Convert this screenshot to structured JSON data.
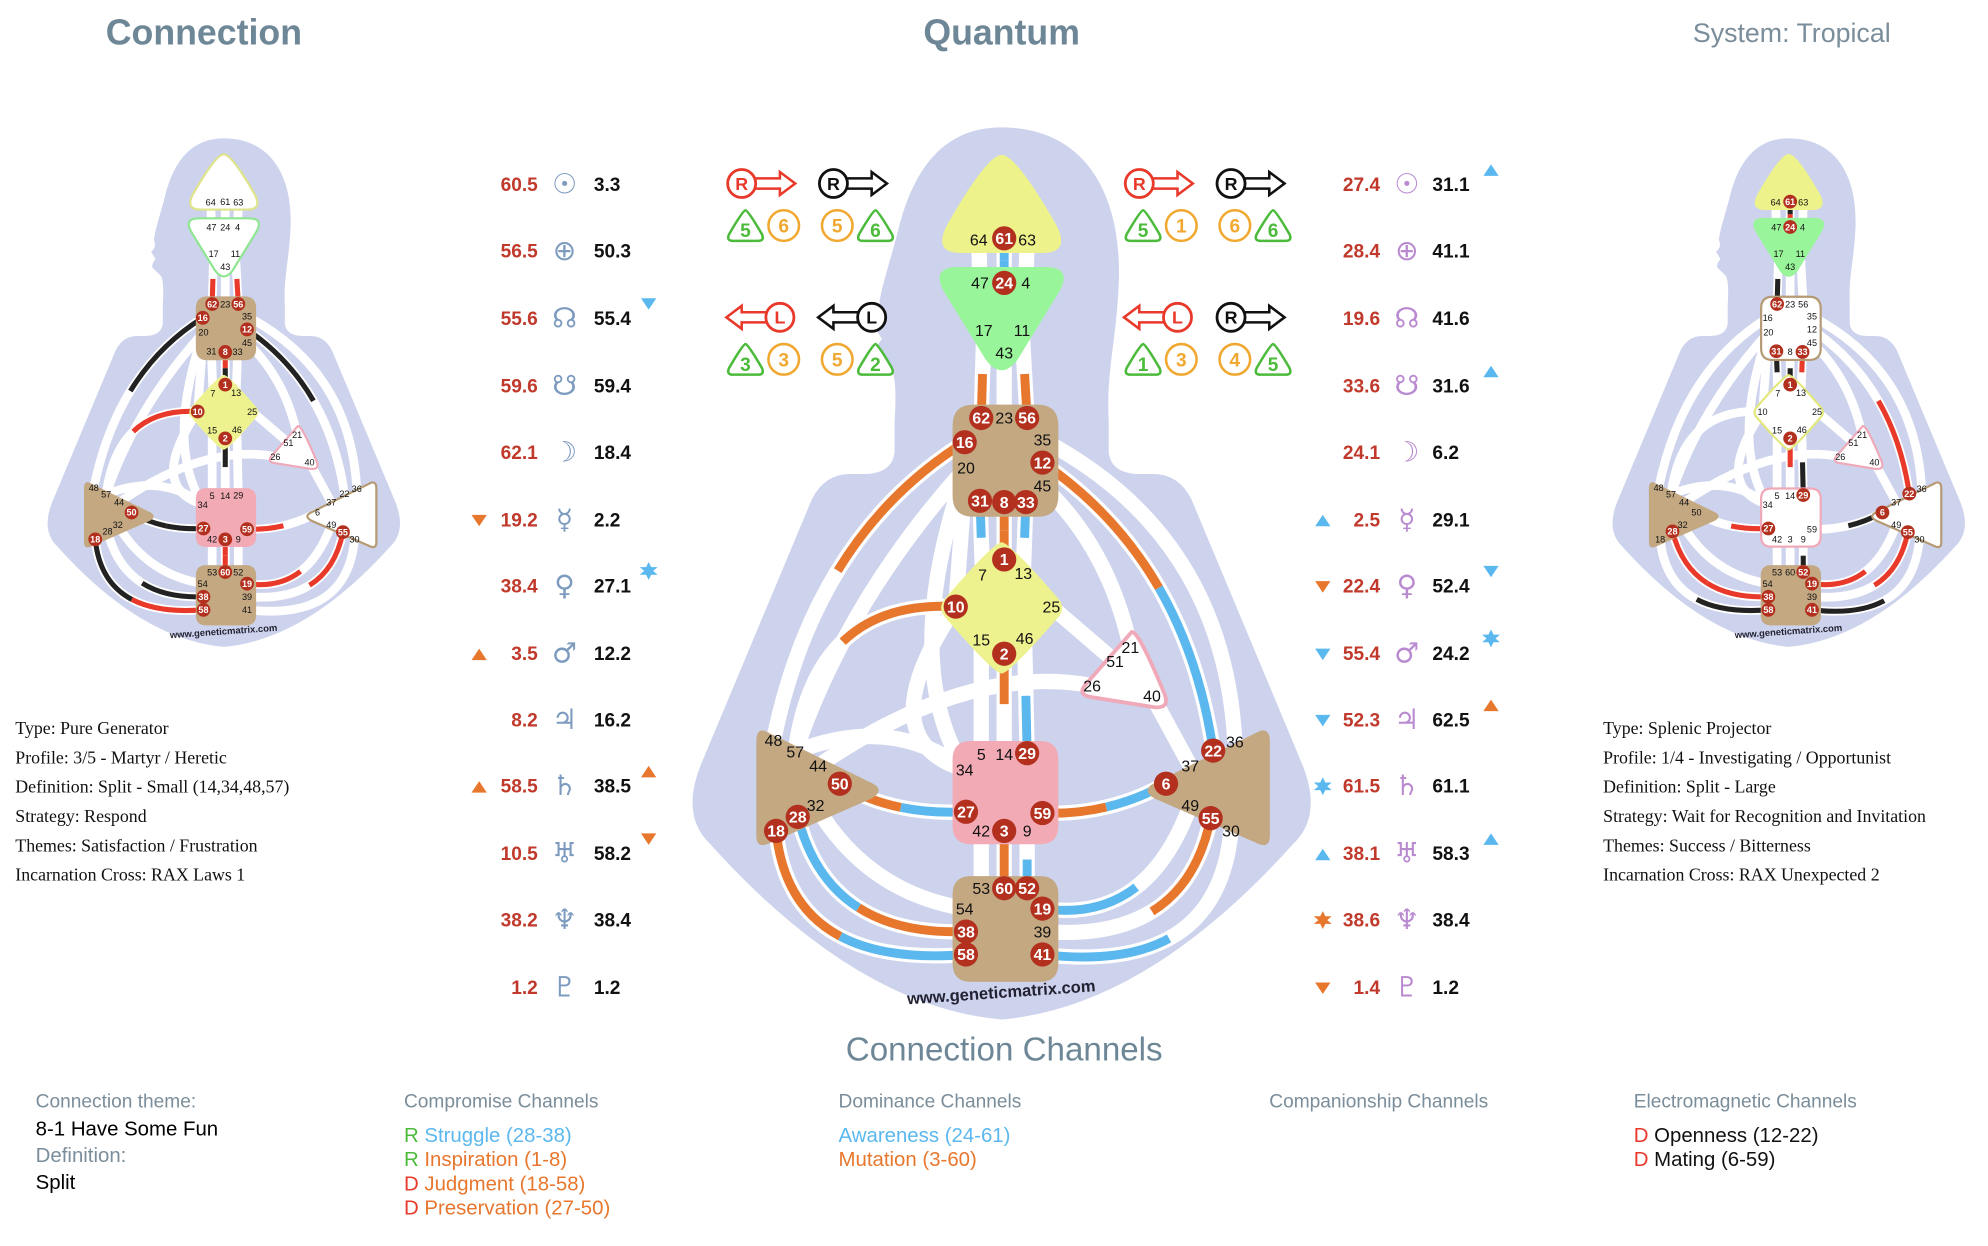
{
  "header": {
    "left_title": "Connection",
    "center_title": "Quantum",
    "system": "System: Tropical"
  },
  "planets": [
    {
      "name": "sun",
      "glyph": "☉",
      "left_design": "60.5",
      "left_personality": "3.3",
      "right_design": "27.4",
      "right_personality": "31.1",
      "markers": {
        "right_r": {
          "shape": "up",
          "color": "#5bb8ef"
        }
      }
    },
    {
      "name": "earth",
      "glyph": "⊕",
      "left_design": "56.5",
      "left_personality": "50.3",
      "right_design": "28.4",
      "right_personality": "41.1",
      "markers": {}
    },
    {
      "name": "north-node",
      "glyph": "☊",
      "left_design": "55.6",
      "left_personality": "55.4",
      "right_design": "19.6",
      "right_personality": "41.6",
      "markers": {
        "left_r": {
          "shape": "down",
          "color": "#5bb8ef"
        }
      }
    },
    {
      "name": "south-node",
      "glyph": "☋",
      "left_design": "59.6",
      "left_personality": "59.4",
      "right_design": "33.6",
      "right_personality": "31.6",
      "markers": {
        "right_r": {
          "shape": "up",
          "color": "#5bb8ef"
        }
      }
    },
    {
      "name": "moon",
      "glyph": "☽",
      "left_design": "62.1",
      "left_personality": "18.4",
      "right_design": "24.1",
      "right_personality": "6.2",
      "markers": {}
    },
    {
      "name": "mercury",
      "glyph": "☿",
      "left_design": "19.2",
      "left_personality": "2.2",
      "right_design": "2.5",
      "right_personality": "29.1",
      "markers": {
        "left_l": {
          "shape": "down",
          "color": "#e8772e"
        },
        "right_l": {
          "shape": "up",
          "color": "#5bb8ef"
        }
      }
    },
    {
      "name": "venus",
      "glyph": "♀",
      "left_design": "38.4",
      "left_personality": "27.1",
      "right_design": "22.4",
      "right_personality": "52.4",
      "markers": {
        "left_r": {
          "shape": "star",
          "color": "#5bb8ef"
        },
        "right_l": {
          "shape": "down",
          "color": "#e8772e"
        },
        "right_r": {
          "shape": "down",
          "color": "#5bb8ef"
        }
      }
    },
    {
      "name": "mars",
      "glyph": "♂",
      "left_design": "3.5",
      "left_personality": "12.2",
      "right_design": "55.4",
      "right_personality": "24.2",
      "markers": {
        "left_l": {
          "shape": "up",
          "color": "#e8772e"
        },
        "right_l": {
          "shape": "down",
          "color": "#5bb8ef"
        },
        "right_r": {
          "shape": "star",
          "color": "#5bb8ef"
        }
      }
    },
    {
      "name": "jupiter",
      "glyph": "♃",
      "left_design": "8.2",
      "left_personality": "16.2",
      "right_design": "52.3",
      "right_personality": "62.5",
      "markers": {
        "right_l": {
          "shape": "down",
          "color": "#5bb8ef"
        },
        "right_r": {
          "shape": "up",
          "color": "#e8772e"
        }
      }
    },
    {
      "name": "saturn",
      "glyph": "♄",
      "left_design": "58.5",
      "left_personality": "38.5",
      "right_design": "61.5",
      "right_personality": "61.1",
      "markers": {
        "left_l": {
          "shape": "up",
          "color": "#e8772e"
        },
        "left_r": {
          "shape": "up",
          "color": "#e8772e"
        },
        "right_l": {
          "shape": "star",
          "color": "#5bb8ef"
        }
      }
    },
    {
      "name": "uranus",
      "glyph": "♅",
      "left_design": "10.5",
      "left_personality": "58.2",
      "right_design": "38.1",
      "right_personality": "58.3",
      "markers": {
        "left_r": {
          "shape": "down",
          "color": "#e8772e"
        },
        "right_l": {
          "shape": "up",
          "color": "#5bb8ef"
        },
        "right_r": {
          "shape": "up",
          "color": "#5bb8ef"
        }
      }
    },
    {
      "name": "neptune",
      "glyph": "♆",
      "left_design": "38.2",
      "left_personality": "38.4",
      "right_design": "38.6",
      "right_personality": "38.4",
      "markers": {
        "right_l": {
          "shape": "star",
          "color": "#e8772e"
        }
      }
    },
    {
      "name": "pluto",
      "glyph": "♇",
      "left_design": "1.2",
      "left_personality": "1.2",
      "right_design": "1.4",
      "right_personality": "1.2",
      "markers": {
        "right_l": {
          "shape": "down",
          "color": "#e8772e"
        }
      }
    }
  ],
  "variables": {
    "left": [
      {
        "arrow": "R",
        "dir": "right",
        "color": "#e8392b",
        "nums": [
          {
            "v": "5",
            "shape": "tri"
          },
          {
            "v": "6",
            "shape": "circ"
          }
        ]
      },
      {
        "arrow": "R",
        "dir": "right",
        "color": "#111111",
        "nums": [
          {
            "v": "5",
            "shape": "circ"
          },
          {
            "v": "6",
            "shape": "tri"
          }
        ]
      },
      {
        "arrow": "L",
        "dir": "left",
        "color": "#e8392b",
        "nums": [
          {
            "v": "3",
            "shape": "tri"
          },
          {
            "v": "3",
            "shape": "circ"
          }
        ]
      },
      {
        "arrow": "L",
        "dir": "left",
        "color": "#111111",
        "nums": [
          {
            "v": "5",
            "shape": "circ"
          },
          {
            "v": "2",
            "shape": "tri"
          }
        ]
      }
    ],
    "right": [
      {
        "arrow": "R",
        "dir": "right",
        "color": "#e8392b",
        "nums": [
          {
            "v": "5",
            "shape": "tri"
          },
          {
            "v": "1",
            "shape": "circ"
          }
        ]
      },
      {
        "arrow": "R",
        "dir": "right",
        "color": "#111111",
        "nums": [
          {
            "v": "6",
            "shape": "circ"
          },
          {
            "v": "6",
            "shape": "tri"
          }
        ]
      },
      {
        "arrow": "L",
        "dir": "left",
        "color": "#e8392b",
        "nums": [
          {
            "v": "1",
            "shape": "tri"
          },
          {
            "v": "3",
            "shape": "circ"
          }
        ]
      },
      {
        "arrow": "R",
        "dir": "right",
        "color": "#111111",
        "nums": [
          {
            "v": "4",
            "shape": "circ"
          },
          {
            "v": "5",
            "shape": "tri"
          }
        ]
      }
    ]
  },
  "bodygraph": {
    "watermark": "www.geneticmatrix.com",
    "centers": {
      "head": [
        "64",
        "61",
        "63"
      ],
      "ajna": [
        "47",
        "24",
        "4",
        "17",
        "11",
        "43"
      ],
      "throat": [
        "62",
        "23",
        "56",
        "16",
        "35",
        "20",
        "12",
        "45",
        "31",
        "8",
        "33"
      ],
      "g": [
        "1",
        "7",
        "13",
        "10",
        "25",
        "15",
        "46",
        "2"
      ],
      "heart": [
        "21",
        "51",
        "26",
        "40"
      ],
      "spleen": [
        "48",
        "57",
        "44",
        "50",
        "32",
        "28",
        "18"
      ],
      "sacral": [
        "5",
        "14",
        "29",
        "34",
        "27",
        "59",
        "42",
        "3",
        "9"
      ],
      "solar": [
        "36",
        "22",
        "37",
        "6",
        "49",
        "55",
        "30"
      ],
      "root": [
        "53",
        "60",
        "52",
        "54",
        "19",
        "38",
        "39",
        "58",
        "41"
      ]
    }
  },
  "charts": {
    "left": {
      "fills": {
        "head": null,
        "ajna": null,
        "throat": "#c3a882",
        "g": "#eef28e",
        "heart": null,
        "spleen": "#c3a882",
        "sacral": "#f2aab5",
        "solar": null,
        "root": "#c3a882"
      },
      "active": [
        "62",
        "56",
        "16",
        "12",
        "8",
        "1",
        "10",
        "2",
        "50",
        "18",
        "27",
        "59",
        "3",
        "55",
        "60",
        "19",
        "38",
        "58"
      ],
      "segments": [
        [
          "17-62",
          "b",
          "#e8392b"
        ],
        [
          "11-56",
          "b",
          "#e8392b"
        ],
        [
          "16-48",
          "a",
          "#222222"
        ],
        [
          "12-22",
          "a",
          "#222222"
        ],
        [
          "8-1",
          "a",
          "#e8392b"
        ],
        [
          "8-1",
          "b",
          "#222222"
        ],
        [
          "10-57",
          "a",
          "#e8392b"
        ],
        [
          "2-14",
          "a",
          "#222222"
        ],
        [
          "27-50",
          "a",
          "#222222"
        ],
        [
          "27-50",
          "b",
          "#222222"
        ],
        [
          "59-6",
          "a",
          "#e8392b"
        ],
        [
          "3-60",
          "a",
          "#e8392b"
        ],
        [
          "3-60",
          "b",
          "#e8392b"
        ],
        [
          "58-18",
          "a",
          "#e8392b"
        ],
        [
          "58-18",
          "b",
          "#222222"
        ],
        [
          "38-28",
          "a",
          "#222222"
        ],
        [
          "19-49",
          "a",
          "#e8392b"
        ],
        [
          "39-55",
          "b",
          "#e8392b"
        ]
      ]
    },
    "center": {
      "fills": {
        "head": "#edf28a",
        "ajna": "#98f59a",
        "throat": "#c3a882",
        "g": "#eef28e",
        "heart": null,
        "spleen": "#c3a882",
        "sacral": "#f2aab5",
        "solar": "#c3a882",
        "root": "#c3a882"
      },
      "active": [
        "61",
        "24",
        "62",
        "56",
        "16",
        "12",
        "31",
        "8",
        "33",
        "1",
        "10",
        "2",
        "29",
        "27",
        "59",
        "3",
        "50",
        "28",
        "18",
        "22",
        "6",
        "55",
        "60",
        "52",
        "19",
        "38",
        "58",
        "41"
      ],
      "segments": [
        [
          "61-24",
          "a",
          "#5bb8ef"
        ],
        [
          "61-24",
          "b",
          "#5bb8ef"
        ],
        [
          "17-62",
          "b",
          "#e8772e"
        ],
        [
          "11-56",
          "b",
          "#e8772e"
        ],
        [
          "16-48",
          "a",
          "#e8772e"
        ],
        [
          "12-22",
          "a",
          "#e8772e"
        ],
        [
          "12-22",
          "b",
          "#5bb8ef"
        ],
        [
          "31-7",
          "a",
          "#5bb8ef"
        ],
        [
          "33-13",
          "a",
          "#5bb8ef"
        ],
        [
          "8-1",
          "a",
          "#e8772e"
        ],
        [
          "8-1",
          "b",
          "#e8772e"
        ],
        [
          "10-57",
          "a",
          "#e8772e"
        ],
        [
          "2-14",
          "a",
          "#e8772e"
        ],
        [
          "29-46",
          "a",
          "#5bb8ef"
        ],
        [
          "27-50",
          "a",
          "#5bb8ef"
        ],
        [
          "27-50",
          "b",
          "#e8772e"
        ],
        [
          "59-6",
          "a",
          "#e8772e"
        ],
        [
          "59-6",
          "b",
          "#5bb8ef"
        ],
        [
          "3-60",
          "a",
          "#e8772e"
        ],
        [
          "3-60",
          "b",
          "#e8772e"
        ],
        [
          "52-9",
          "a",
          "#5bb8ef"
        ],
        [
          "58-18",
          "a",
          "#5bb8ef"
        ],
        [
          "58-18",
          "b",
          "#e8772e"
        ],
        [
          "38-28",
          "a",
          "#e8772e"
        ],
        [
          "38-28",
          "b",
          "#5bb8ef"
        ],
        [
          "19-49",
          "a",
          "#5bb8ef"
        ],
        [
          "39-55",
          "b",
          "#e8772e"
        ],
        [
          "41-30",
          "a",
          "#5bb8ef"
        ]
      ]
    },
    "right": {
      "fills": {
        "head": "#edf28a",
        "ajna": "#98f59a",
        "throat": null,
        "g": null,
        "heart": null,
        "spleen": "#c3a882",
        "sacral": null,
        "solar": null,
        "root": "#c3a882"
      },
      "active": [
        "61",
        "24",
        "62",
        "31",
        "33",
        "1",
        "2",
        "29",
        "28",
        "27",
        "22",
        "6",
        "55",
        "52",
        "19",
        "38",
        "58",
        "41"
      ],
      "segments": [
        [
          "61-24",
          "a",
          "#222222"
        ],
        [
          "61-24",
          "b",
          "#e8392b"
        ],
        [
          "17-62",
          "b",
          "#222222"
        ],
        [
          "31-7",
          "a",
          "#222222"
        ],
        [
          "33-13",
          "a",
          "#e8392b"
        ],
        [
          "8-1",
          "b",
          "#222222"
        ],
        [
          "2-14",
          "a",
          "#e8392b"
        ],
        [
          "29-46",
          "a",
          "#222222"
        ],
        [
          "12-22",
          "b",
          "#e8392b"
        ],
        [
          "27-50",
          "a",
          "#e8392b"
        ],
        [
          "59-6",
          "b",
          "#222222"
        ],
        [
          "52-9",
          "a",
          "#222222"
        ],
        [
          "38-28",
          "a",
          "#e8392b"
        ],
        [
          "38-28",
          "b",
          "#e8392b"
        ],
        [
          "58-18",
          "a",
          "#222222"
        ],
        [
          "19-49",
          "a",
          "#e8392b"
        ],
        [
          "39-55",
          "b",
          "#e8392b"
        ],
        [
          "41-30",
          "a",
          "#222222"
        ]
      ]
    }
  },
  "left_info": [
    "Type: Pure Generator",
    "Profile: 3/5 - Martyr / Heretic",
    "Definition: Split - Small (14,34,48,57)",
    "Strategy: Respond",
    "Themes: Satisfaction / Frustration",
    "Incarnation Cross: RAX Laws 1"
  ],
  "right_info": [
    "Type: Splenic Projector",
    "Profile: 1/4 - Investigating / Opportunist",
    "Definition: Split - Large",
    "Strategy: Wait for Recognition and Invitation",
    "Themes: Success / Bitterness",
    "Incarnation Cross: RAX Unexpected 2"
  ],
  "connection_channels": {
    "title": "Connection Channels",
    "theme_label": "Connection theme:",
    "theme_value": "8-1 Have Some Fun",
    "definition_label": "Definition:",
    "definition_value": "Split",
    "compromise": {
      "header": "Compromise Channels",
      "items": [
        {
          "prefix": "R",
          "prefix_color": "#4cbb3c",
          "text": "Struggle (28-38)",
          "color": "#5bb8ef"
        },
        {
          "prefix": "R",
          "prefix_color": "#4cbb3c",
          "text": "Inspiration (1-8)",
          "color": "#e8772e"
        },
        {
          "prefix": "D",
          "prefix_color": "#e8392b",
          "text": "Judgment (18-58)",
          "color": "#e8772e"
        },
        {
          "prefix": "D",
          "prefix_color": "#e8392b",
          "text": "Preservation (27-50)",
          "color": "#e8772e"
        }
      ]
    },
    "dominance": {
      "header": "Dominance Channels",
      "items": [
        {
          "prefix": "",
          "prefix_color": "",
          "text": "Awareness (24-61)",
          "color": "#5bb8ef"
        },
        {
          "prefix": "",
          "prefix_color": "",
          "text": "Mutation (3-60)",
          "color": "#e8772e"
        }
      ]
    },
    "companionship": {
      "header": "Companionship Channels",
      "items": []
    },
    "electromagnetic": {
      "header": "Electromagnetic Channels",
      "items": [
        {
          "prefix": "D",
          "prefix_color": "#e8392b",
          "text": "Openness (12-22)",
          "color": "#111111"
        },
        {
          "prefix": "D",
          "prefix_color": "#e8392b",
          "text": "Mating (6-59)",
          "color": "#111111"
        }
      ]
    }
  }
}
